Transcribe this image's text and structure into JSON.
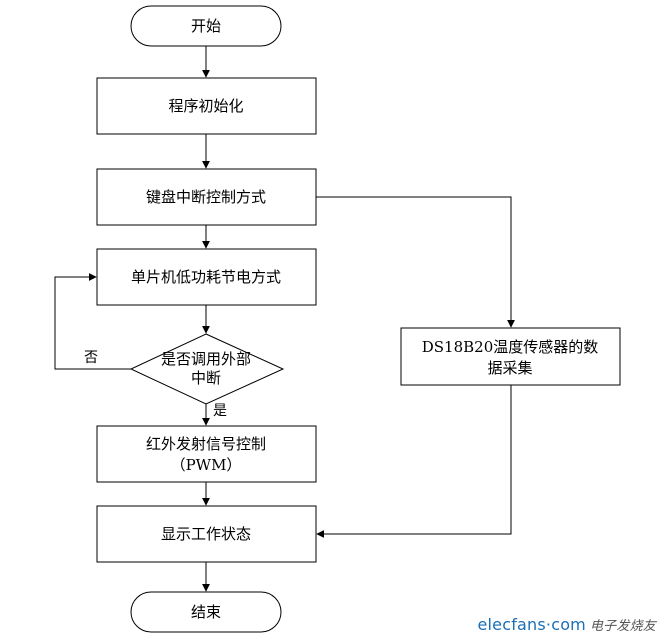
{
  "nodes": {
    "start": "开始",
    "init": "程序初始化",
    "keyboard": "键盘中断控制方式",
    "lowpower": "单片机低功耗节电方式",
    "decision_line1": "是否调用外部",
    "decision_line2": "中断",
    "ir_line1": "红外发射信号控制",
    "ir_line2": "（PWM）",
    "display": "显示工作状态",
    "ds18b20_line1": "DS18B20温度传感器的数",
    "ds18b20_line2": "据采集",
    "end": "结束"
  },
  "edges": {
    "no_label": "否",
    "yes_label": "是"
  },
  "watermark": {
    "site": "elecfans·com",
    "cn": "电子发烧友"
  }
}
